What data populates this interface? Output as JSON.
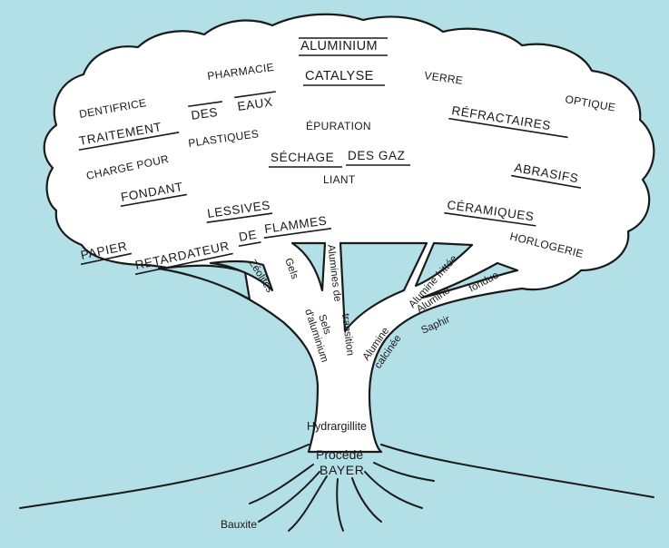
{
  "canopy_terms": {
    "aluminium": "ALUMINIUM",
    "catalyse": "CATALYSE",
    "pharmacie": "PHARMACIE",
    "verre": "VERRE",
    "dentifrice": "DENTIFRICE",
    "optique": "OPTIQUE",
    "traitement": "TRAITEMENT",
    "des": "DES",
    "eaux": "EAUX",
    "refractaires": "RÉFRACTAIRES",
    "epuration": "ÉPURATION",
    "charge_pour": "CHARGE POUR",
    "plastiques": "PLASTIQUES",
    "sechage": "SÉCHAGE",
    "des_gaz": "DES GAZ",
    "liant": "LIANT",
    "fondant": "FONDANT",
    "abrasifs": "ABRASIFS",
    "lessives": "LESSIVES",
    "ceramiques": "CÉRAMIQUES",
    "papier": "PAPIER",
    "retardateur": "RETARDATEUR",
    "de": "DE",
    "flammes": "FLAMMES",
    "horlogerie": "HORLOGERIE"
  },
  "branch_labels": {
    "zeolites": "Zéolites",
    "gels": "Gels",
    "sels_1": "Sels",
    "sels_2": "d'aluminium",
    "transition_1": "Alumines de",
    "transition_2": "transition",
    "frittee": "Alumine frittée",
    "fondue_1": "Alumine",
    "fondue_2": "fondue",
    "saphir": "Saphir",
    "calcinee_1": "Alumine",
    "calcinee_2": "calcinée"
  },
  "trunk": {
    "hydrargillite": "Hydrargillite",
    "procede": "Procédé",
    "bayer": "BAYER",
    "bauxite": "Bauxite"
  },
  "colors": {
    "background": "#b3dfe6",
    "tree": "#ffffff",
    "ink": "#1a1a1a"
  }
}
